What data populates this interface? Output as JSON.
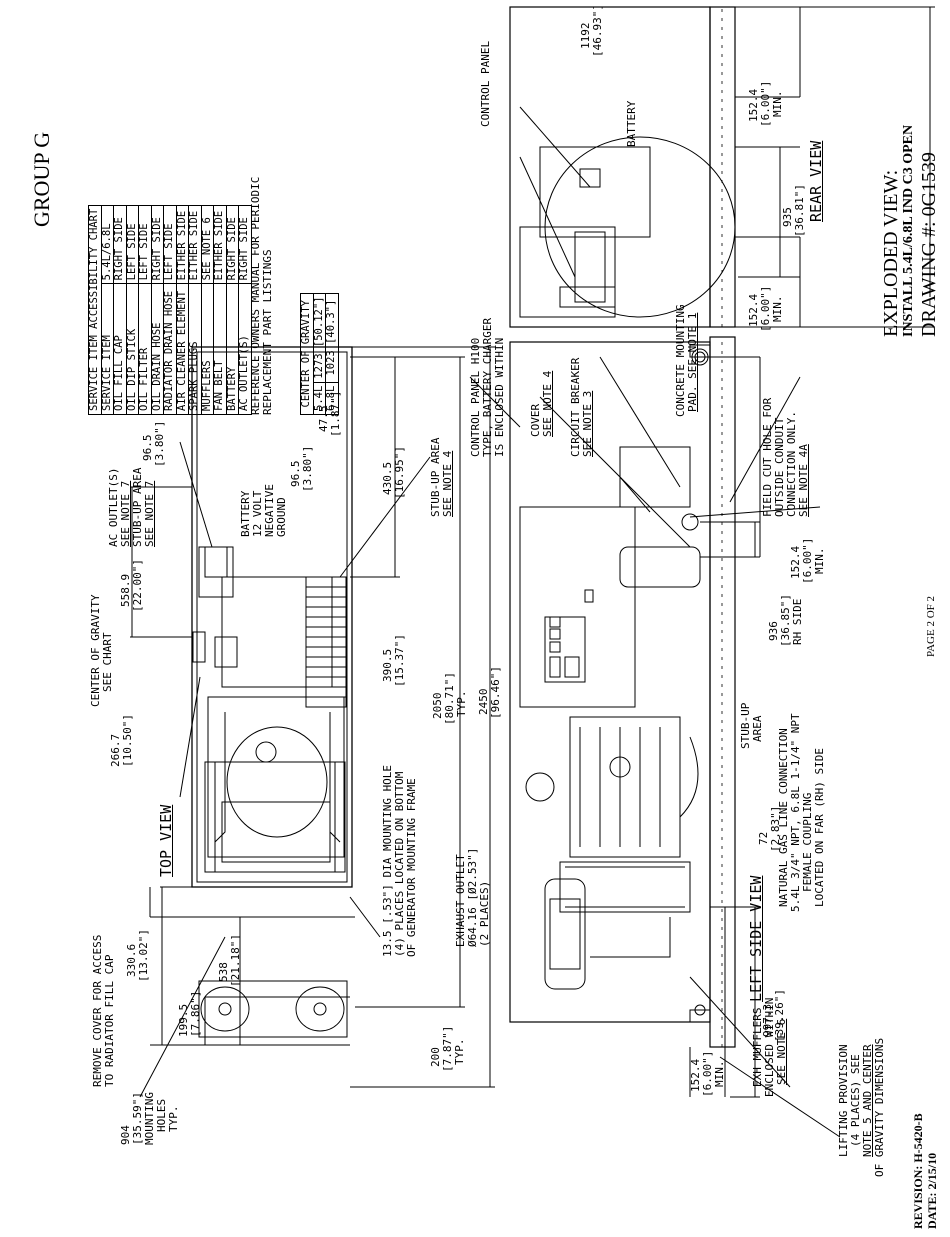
{
  "group_title": "GROUP G",
  "title_block": {
    "line1": "EXPLODED VIEW:",
    "line2": "INSTALL 5.4L/6.8L IND C3 OPEN",
    "line3": "DRAWING #: 0G1539",
    "page": "PAGE 2 OF 2",
    "revision": "REVISION: H-5420-B",
    "date": "DATE: 2/15/10"
  },
  "service_chart": {
    "title": "SERVICE ITEM ACCESSIBILITY CHART",
    "header": [
      "SERVICE ITEM",
      "5.4L/6.8L"
    ],
    "rows": [
      [
        "OIL FILL CAP",
        "RIGHT SIDE"
      ],
      [
        "OIL DIP STICK",
        "LEFT SIDE"
      ],
      [
        "OIL FILTER",
        "LEFT SIDE"
      ],
      [
        "OIL DRAIN HOSE",
        "RIGHT SIDE"
      ],
      [
        "RADIATOR DRAIN HOSE",
        "LEFT SIDE"
      ],
      [
        "AIR CLEANER ELEMENT",
        "EITHER SIDE"
      ],
      [
        "SPARK PLUGS",
        "EITHER SIDE"
      ],
      [
        "MUFFLERS",
        "SEE NOTE 6"
      ],
      [
        "FAN BELT",
        "EITHER SIDE"
      ],
      [
        "BATTERY",
        "RIGHT SIDE"
      ],
      [
        "AC OUTLET(S)",
        "RIGHT SIDE"
      ]
    ],
    "reference_note": [
      "REFERENCE OWNERS MANUAL FOR PERIODIC",
      "REPLACEMENT PART LISTINGS"
    ]
  },
  "cog_chart": {
    "title": "CENTER OF GRAVITY",
    "rows": [
      [
        "5.4L",
        "1273 [50.12\"]"
      ],
      [
        "6.8L",
        "1023 [40.3\"]"
      ]
    ]
  },
  "views": {
    "top": "TOP VIEW",
    "left_side": "LEFT SIDE VIEW",
    "rear": "REAR VIEW"
  },
  "labels": {
    "remove_cover": [
      "REMOVE COVER FOR ACCESS",
      "TO RADIATOR FILL CAP"
    ],
    "center_gravity": [
      "CENTER OF GRAVITY",
      "SEE CHART"
    ],
    "ac_outlets": [
      "AC OUTLET(S)",
      "SEE NOTE 7"
    ],
    "stub_up_7": [
      "STUB-UP AREA",
      "SEE NOTE 7"
    ],
    "battery_12v": [
      "BATTERY",
      "12 VOLT",
      "NEGATIVE",
      "GROUND"
    ],
    "stub_up_4": [
      "STUB-UP AREA",
      "SEE NOTE 4"
    ],
    "mounting_hole": [
      "13.5 [.53\"] DIA MOUNTING HOLE",
      "(4) PLACES LOCATED ON BOTTOM",
      "OF GENERATOR MOUNTING FRAME"
    ],
    "exhaust_outlet": [
      "EXHAUST OUTLET",
      "Ø64.16 [Ø2.53\"]",
      "(2 PLACES)"
    ],
    "control_panel_h100": [
      "CONTROL PANEL H100",
      "TYPE, BATTERY CHARGER",
      "IS ENCLOSED WITHIN"
    ],
    "cover_note4": [
      "COVER",
      "SEE NOTE 4"
    ],
    "circuit_breaker": [
      "CIRCUIT BREAKER",
      "SEE NOTE 3"
    ],
    "concrete_pad": [
      "CONCRETE MOUNTING",
      "PAD. SEE NOTE 1"
    ],
    "field_cut": [
      "FIELD CUT HOLE FOR",
      "OUTSIDE CONDUIT",
      "CONNECTION ONLY.",
      "SEE NOTE 4A"
    ],
    "stub_up_area": [
      "STUB-UP",
      "AREA"
    ],
    "gas_line": [
      "NATURAL GAS LINE CONNECTION",
      "5.4L 3/4\" NPT, 6.8L 1-1/4\" NPT",
      "FEMALE COUPLING",
      "LOCATED ON FAR (RH) SIDE"
    ],
    "exh_mufflers": [
      "EXH MUFFLERS",
      "ENCLOSED WITHIN",
      "SEE NOTE 6"
    ],
    "lifting": [
      "LIFTING PROVISION",
      "(4 PLACES) SEE",
      "NOTE 5 AND CENTER",
      "OF GRAVITY DIMENSIONS"
    ],
    "control_panel": "CONTROL PANEL",
    "battery": "BATTERY"
  },
  "dims": {
    "d904": [
      "904",
      "[35.59\"]",
      "MOUNTING",
      "HOLES",
      "TYP."
    ],
    "d199": [
      "199.5",
      "[7.86\"]"
    ],
    "d538": [
      "538",
      "[21.18\"]"
    ],
    "d330": [
      "330.6",
      "[13.02\"]"
    ],
    "d266": [
      "266.7",
      "[10.50\"]"
    ],
    "d558": [
      "558.9",
      "[22.00\"]"
    ],
    "d390": [
      "390.5",
      "[15.37\"]"
    ],
    "d430": [
      "430.5",
      "[16.95\"]"
    ],
    "d96a": [
      "96.5",
      "[3.80\"]"
    ],
    "d96b": [
      "96.5",
      "[3.80\"]"
    ],
    "d475": [
      "47.5",
      "[1.87\"]"
    ],
    "d200": [
      "200",
      "[7.87\"]",
      "TYP."
    ],
    "d2050": [
      "2050",
      "[80.71\"]",
      "TYP."
    ],
    "d2450": [
      "2450",
      "[96.46\"]"
    ],
    "d997": [
      "997.3",
      "[39.26\"]"
    ],
    "d152a": [
      "152.4",
      "[6.00\"]",
      "MIN."
    ],
    "d152b": [
      "152.4",
      "[6.00\"]",
      "MIN."
    ],
    "d72": [
      "72",
      "[2.83\"]"
    ],
    "d936": [
      "936",
      "[36.85\"]",
      "RH SIDE"
    ],
    "d1192": [
      "1192",
      "[46.93\"]"
    ],
    "d152c": [
      "152.4",
      "[6.00\"]",
      "MIN."
    ],
    "d935": [
      "935",
      "[36.81\"]"
    ],
    "d152d": [
      "152.4",
      "[6.00\"]",
      "MIN."
    ]
  }
}
